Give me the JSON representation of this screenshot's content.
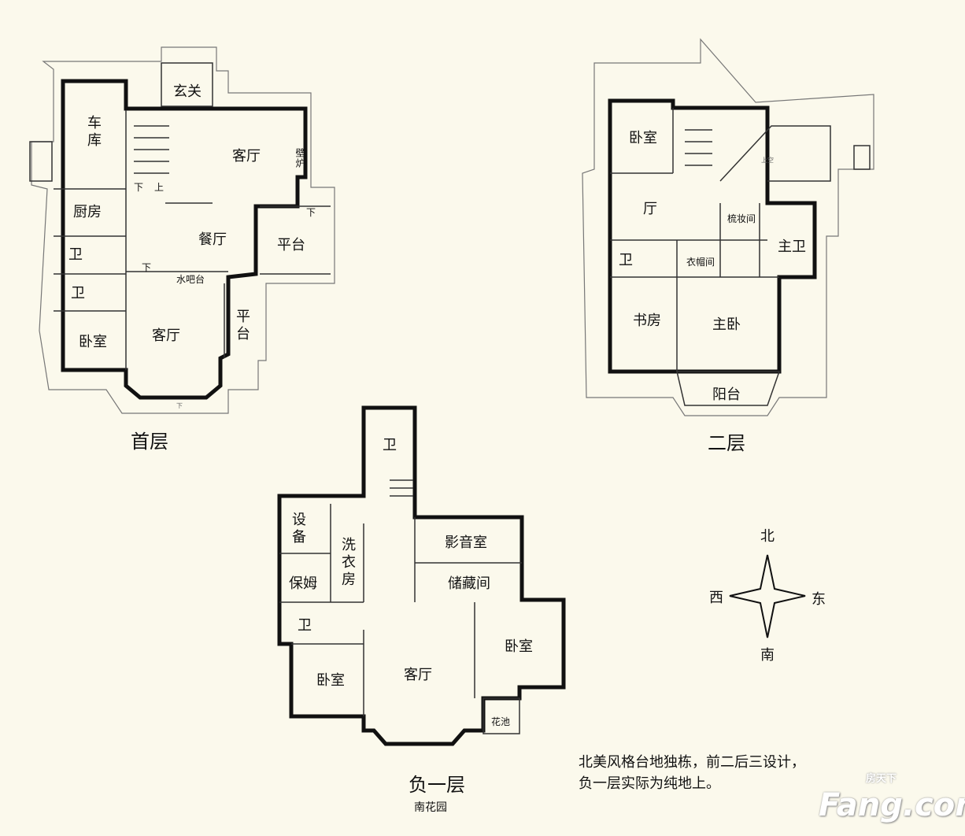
{
  "first_floor": {
    "title": "首层",
    "rooms": {
      "garage": "车库",
      "foyer": "玄关",
      "living_room": "客厅",
      "fireplace": "壁炉",
      "stair_down": "下",
      "stair_up": "上",
      "kitchen": "厨房",
      "dining_room": "餐厅",
      "terrace_east": "平台",
      "bath_1": "卫",
      "down_2": "下",
      "water_bar": "水吧台",
      "bath_2": "卫",
      "terrace_south": "平台",
      "bedroom": "卧室",
      "living_room_south": "客厅",
      "terrace_down": "下",
      "bay_down": "下"
    }
  },
  "second_floor": {
    "title": "二层",
    "rooms": {
      "bedroom": "卧室",
      "hall": "厅",
      "open_to_below": "上空",
      "dressing_room": "梳妆间",
      "master_bath": "主卫",
      "bath": "卫",
      "cloakroom": "衣帽间",
      "study": "书房",
      "master_bedroom": "主卧",
      "balcony": "阳台"
    }
  },
  "basement": {
    "title": "负一层",
    "subtitle": "南花园",
    "rooms": {
      "bath_top": "卫",
      "equipment": "设备",
      "laundry": "洗衣房",
      "av_room": "影音室",
      "nanny": "保姆",
      "storage": "储藏间",
      "bath": "卫",
      "bedroom_east": "卧室",
      "living_room": "客厅",
      "bedroom_west": "卧室",
      "flower_bed": "花池"
    }
  },
  "compass": {
    "north": "北",
    "south": "南",
    "east": "东",
    "west": "西"
  },
  "notes": [
    "北美风格台地独栋，前二后三设计，",
    "负一层实际为纯地上。"
  ],
  "watermark": {
    "brand": "Fang.com",
    "cn": "房天下"
  }
}
